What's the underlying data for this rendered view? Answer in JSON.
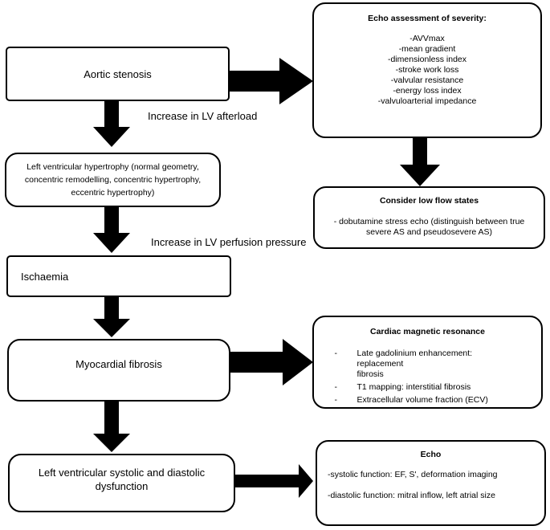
{
  "left_flow": {
    "aortic_stenosis": "Aortic stenosis",
    "lvh": [
      "Left ventricular hypertrophy (normal geometry,",
      "concentric remodelling, concentric hypertrophy,",
      "eccentric hypertrophy)"
    ],
    "ischaemia": "Ischaemia",
    "myocardial_fibrosis": "Myocardial fibrosis",
    "lv_dysfunction": [
      "Left ventricular systolic and diastolic",
      "dysfunction"
    ]
  },
  "edge_labels": {
    "lv_afterload": "Increase in LV afterload",
    "lv_perfusion": "Increase in LV perfusion pressure"
  },
  "echo_severity": {
    "title": "Echo assessment of severity:",
    "items": [
      "-AVVmax",
      "-mean gradient",
      "-dimensionless index",
      "-stroke work loss",
      "-valvular resistance",
      "-energy loss index",
      "-valvuloarterial impedance"
    ]
  },
  "low_flow": {
    "title": "Consider low flow states",
    "lines": [
      "- dobutamine stress echo (distinguish between true",
      "severe AS and pseudosevere AS)"
    ]
  },
  "cmr": {
    "title": "Cardiac magnetic resonance",
    "items": [
      {
        "dash": "-",
        "lines": [
          "Late gadolinium enhancement: replacement",
          "fibrosis"
        ]
      },
      {
        "dash": "-",
        "lines": [
          "T1 mapping: interstitial fibrosis"
        ]
      },
      {
        "dash": "-",
        "lines": [
          "Extracellular volume fraction (ECV)"
        ]
      }
    ]
  },
  "echo": {
    "title": "Echo",
    "lines": [
      "-systolic function: EF, S', deformation imaging",
      "-diastolic function: mitral inflow, left atrial size"
    ]
  }
}
